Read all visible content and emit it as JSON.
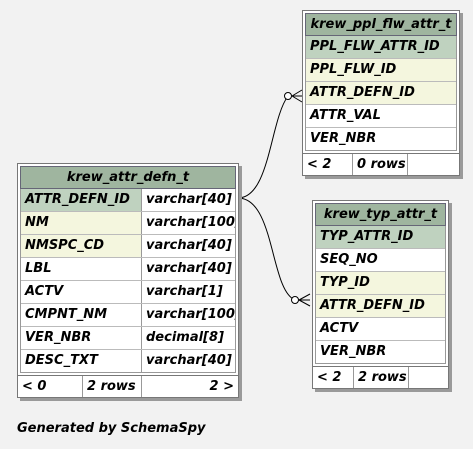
{
  "tables": {
    "ppl": {
      "name": "krew_ppl_flw_attr_t",
      "columns": [
        {
          "name": "PPL_FLW_ATTR_ID",
          "kind": "pk"
        },
        {
          "name": "PPL_FLW_ID",
          "kind": "fk"
        },
        {
          "name": "ATTR_DEFN_ID",
          "kind": "fk"
        },
        {
          "name": "ATTR_VAL",
          "kind": ""
        },
        {
          "name": "VER_NBR",
          "kind": ""
        }
      ],
      "footer": {
        "parents": "< 2",
        "rows": "0 rows",
        "children": ""
      }
    },
    "attr": {
      "name": "krew_attr_defn_t",
      "columns": [
        {
          "name": "ATTR_DEFN_ID",
          "type": "varchar[40]",
          "kind": "pk"
        },
        {
          "name": "NM",
          "type": "varchar[100]",
          "kind": "fk"
        },
        {
          "name": "NMSPC_CD",
          "type": "varchar[40]",
          "kind": "fk"
        },
        {
          "name": "LBL",
          "type": "varchar[40]",
          "kind": ""
        },
        {
          "name": "ACTV",
          "type": "varchar[1]",
          "kind": ""
        },
        {
          "name": "CMPNT_NM",
          "type": "varchar[100]",
          "kind": ""
        },
        {
          "name": "VER_NBR",
          "type": "decimal[8]",
          "kind": ""
        },
        {
          "name": "DESC_TXT",
          "type": "varchar[40]",
          "kind": ""
        }
      ],
      "footer": {
        "parents": "< 0",
        "rows": "2 rows",
        "children": "2 >"
      }
    },
    "typ": {
      "name": "krew_typ_attr_t",
      "columns": [
        {
          "name": "TYP_ATTR_ID",
          "kind": "pk"
        },
        {
          "name": "SEQ_NO",
          "kind": ""
        },
        {
          "name": "TYP_ID",
          "kind": "fk"
        },
        {
          "name": "ATTR_DEFN_ID",
          "kind": "fk"
        },
        {
          "name": "ACTV",
          "kind": ""
        },
        {
          "name": "VER_NBR",
          "kind": ""
        }
      ],
      "footer": {
        "parents": "< 2",
        "rows": "2 rows",
        "children": ""
      }
    }
  },
  "generated_by": "Generated by SchemaSpy",
  "colors": {
    "title_bg": "#9fb59f",
    "pk_bg": "#bfd2bf",
    "fk_bg": "#f4f6de"
  }
}
